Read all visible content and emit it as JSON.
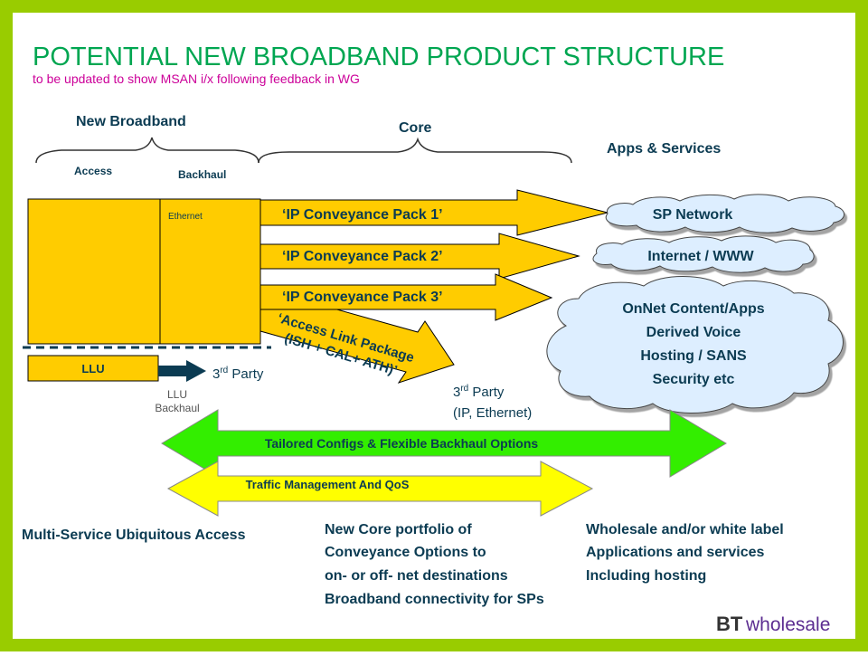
{
  "colors": {
    "frame": "#99CC00",
    "title": "#00A651",
    "subtitle": "#CC0099",
    "box_fill": "#FFCC00",
    "green_arrow": "#33EE00",
    "yellow_arrow": "#FFFF00",
    "cloud_fill": "#DDEEFF",
    "dark": "#0B3B52",
    "brand_purple": "#5C2D91"
  },
  "title": "POTENTIAL NEW BROADBAND PRODUCT STRUCTURE",
  "subtitle": "to be updated to show MSAN i/x following feedback in WG",
  "labels": {
    "new_broadband": "New Broadband",
    "core": "Core",
    "apps_services": "Apps & Services",
    "access": "Access",
    "backhaul": "Backhaul",
    "ethernet": "Ethernet",
    "llu": "LLU",
    "llu_backhaul_1": "LLU",
    "llu_backhaul_2": "Backhaul",
    "third_party_a_base": "3",
    "third_party_a_sup": "rd",
    "third_party_a_rest": " Party",
    "third_party_b_base": "3",
    "third_party_b_sup": "rd",
    "third_party_b_rest": " Party",
    "third_party_b_line2": "(IP, Ethernet)"
  },
  "packs": [
    "‘IP Conveyance Pack 1’",
    "‘IP Conveyance Pack 2’",
    "‘IP Conveyance Pack 3’"
  ],
  "access_link": {
    "line1": "‘Access Link Package",
    "line2": "(ISH + CAL+ ATH)’"
  },
  "clouds": {
    "sp_network": "SP Network",
    "internet": "Internet / WWW",
    "onnet": [
      "OnNet Content/Apps",
      "Derived Voice",
      "Hosting / SANS",
      "Security etc"
    ]
  },
  "bars": {
    "tailored": "Tailored Configs & Flexible Backhaul Options",
    "traffic": "Traffic Management And QoS"
  },
  "bottom": {
    "multi_service": "Multi-Service Ubiquitous Access",
    "core_lines": [
      "New Core portfolio of",
      "Conveyance Options to",
      "on- or off- net destinations",
      "Broadband connectivity for SPs"
    ],
    "wholesale_lines": [
      "Wholesale and/or white label",
      "Applications and services",
      "Including hosting"
    ]
  },
  "logo": {
    "bt": "BT",
    "wholesale": "wholesale"
  }
}
